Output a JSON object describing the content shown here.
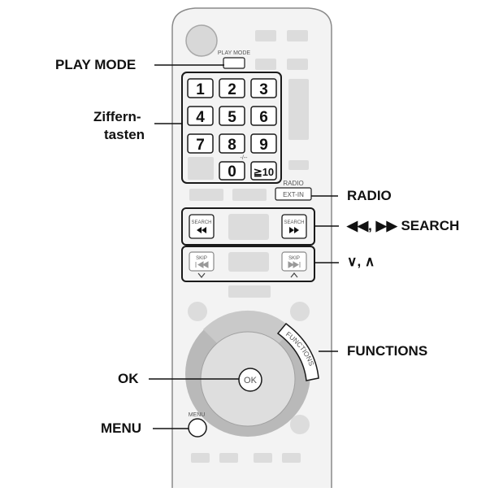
{
  "remote": {
    "play_mode_button_text": "PLAY MODE",
    "keypad": {
      "row1": [
        "1",
        "2",
        "3"
      ],
      "row2": [
        "4",
        "5",
        "6"
      ],
      "row3": [
        "7",
        "8",
        "9"
      ],
      "zero": "0",
      "ten_plus": "≧10",
      "dash_label": "-/--"
    },
    "radio_button_label": "RADIO",
    "ext_in_button_text": "EXT-IN",
    "search_left_text": "SEARCH",
    "search_right_text": "SEARCH",
    "skip_left_text": "SKIP",
    "skip_right_text": "SKIP",
    "functions_button_text": "FUNCTIONS",
    "ok_button_text": "OK",
    "menu_button_label": "MENU"
  },
  "callouts": {
    "play_mode": "PLAY MODE",
    "ziffern_line1": "Ziffern-",
    "ziffern_line2": "tasten",
    "radio": "RADIO",
    "search": "◀◀, ▶▶ SEARCH",
    "skip": "∨, ∧",
    "functions": "FUNCTIONS",
    "ok": "OK",
    "menu": "MENU"
  },
  "colors": {
    "remote_body": "#f2f2f2",
    "button_gray": "#d9d9d9",
    "ring_outer": "#b5b5b5",
    "ring_inner": "#dedede",
    "outline": "#1a1a1a"
  }
}
